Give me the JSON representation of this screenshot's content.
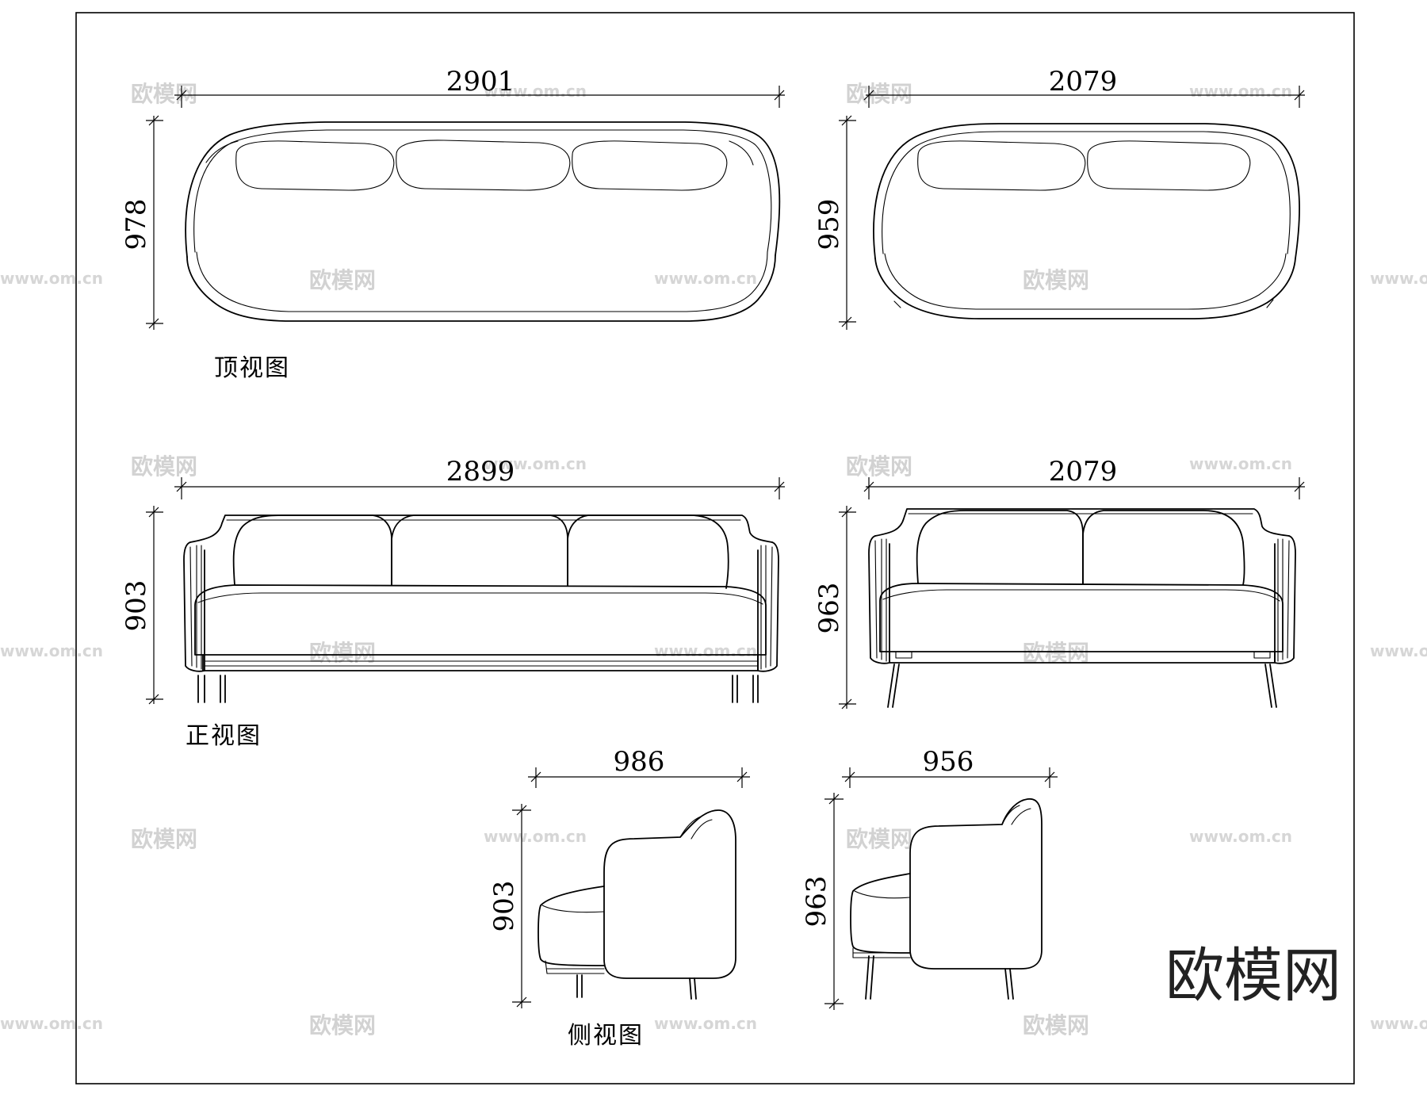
{
  "watermark": {
    "brand_small": "欧模网",
    "site": "www.om.cn",
    "brand_large": "欧模网"
  },
  "top_view": {
    "caption": "顶视图",
    "three_seat": {
      "width": "2901",
      "depth": "978"
    },
    "two_seat": {
      "width": "2079",
      "depth": "959"
    }
  },
  "front_view": {
    "caption": "正视图",
    "three_seat": {
      "width": "2899",
      "height": "903"
    },
    "two_seat": {
      "width": "2079",
      "height": "963"
    }
  },
  "side_view": {
    "caption": "侧视图",
    "three_seat": {
      "depth": "986",
      "height": "903"
    },
    "two_seat": {
      "depth": "956",
      "height": "963"
    }
  }
}
